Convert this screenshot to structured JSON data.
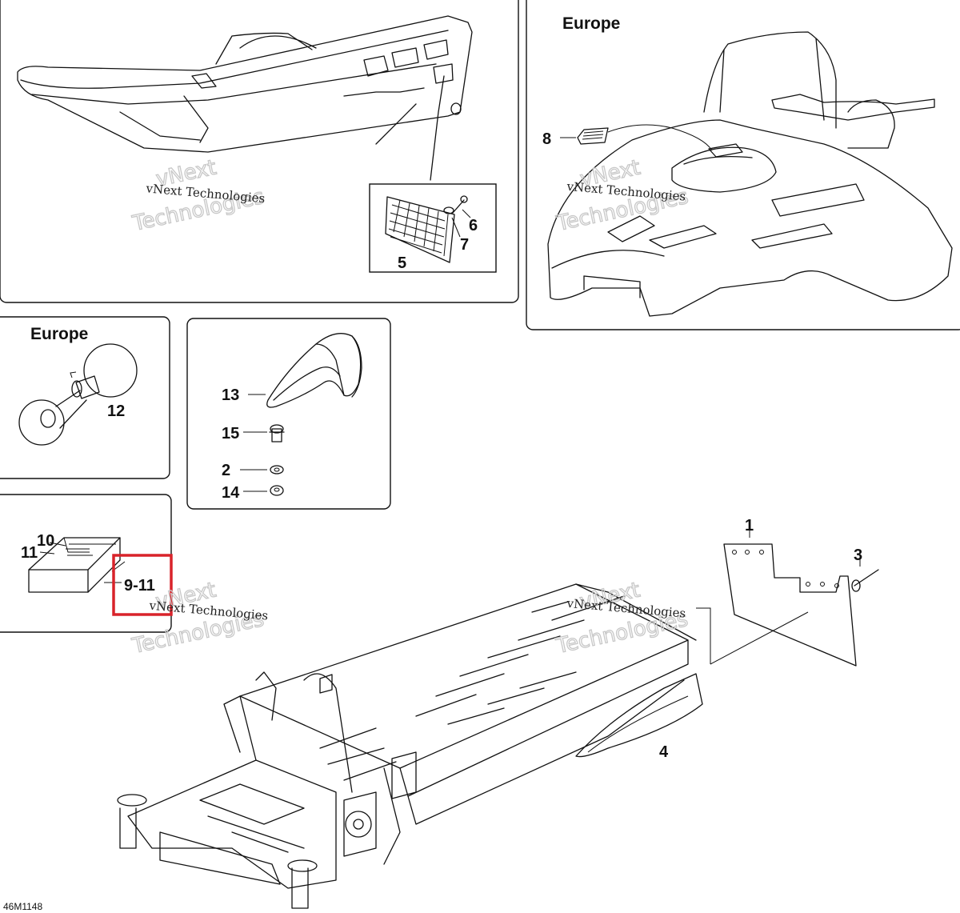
{
  "diagram_code": "46M1148",
  "region_labels": {
    "hood_panel": "Europe",
    "horn_panel": "Europe"
  },
  "callouts": {
    "c1": "1",
    "c2": "2",
    "c3": "3",
    "c4": "4",
    "c5": "5",
    "c6": "6",
    "c7": "7",
    "c8": "8",
    "c10": "10",
    "c11": "11",
    "c12": "12",
    "c13": "13",
    "c14": "14",
    "c15": "15",
    "c9_11": "9-11"
  },
  "watermark": {
    "small": "vNext Technologies",
    "big_line1": "vNext",
    "big_line2": "Technologies"
  },
  "highlight": {
    "target": "9-11",
    "color": "#d9232a"
  }
}
